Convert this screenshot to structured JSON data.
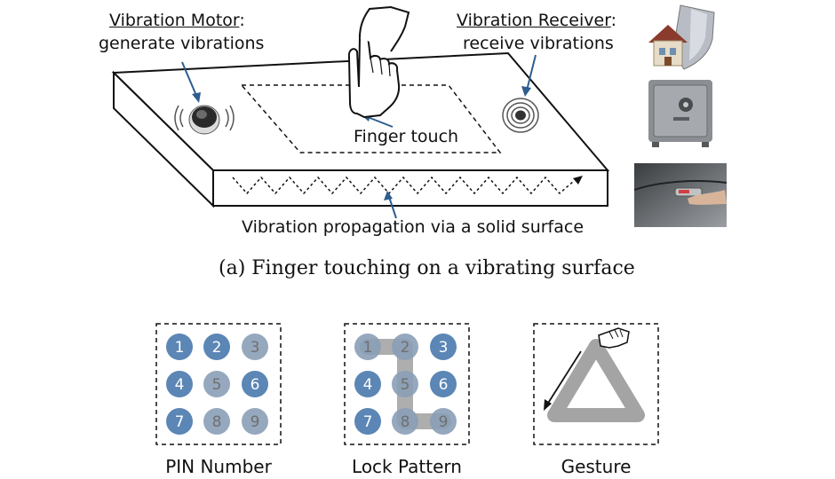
{
  "top": {
    "motor": {
      "title": "Vibration Motor",
      "colon": ":",
      "desc": "generate vibrations"
    },
    "receiver": {
      "title": "Vibration Receiver",
      "colon": ":",
      "desc": "receive vibrations"
    },
    "finger_touch": "Finger touch",
    "propagation": "Vibration propagation via a solid surface",
    "caption": "(a)  Finger touching on a vibrating surface"
  },
  "bottom": {
    "pin": {
      "label": "PIN Number",
      "digits": [
        "1",
        "2",
        "3",
        "4",
        "5",
        "6",
        "7",
        "8",
        "9"
      ],
      "highlighted": [
        "3",
        "5",
        "8",
        "9"
      ]
    },
    "lock": {
      "label": "Lock Pattern",
      "digits": [
        "1",
        "2",
        "3",
        "4",
        "5",
        "6",
        "7",
        "8",
        "9"
      ],
      "path": [
        "1",
        "2",
        "5",
        "8",
        "9"
      ]
    },
    "gesture": {
      "label": "Gesture"
    }
  },
  "colors": {
    "dot_blue": "#5b86b5",
    "dot_dim": "#8a9fb6",
    "path_gray": "#9a9a9a",
    "line": "#111111"
  }
}
